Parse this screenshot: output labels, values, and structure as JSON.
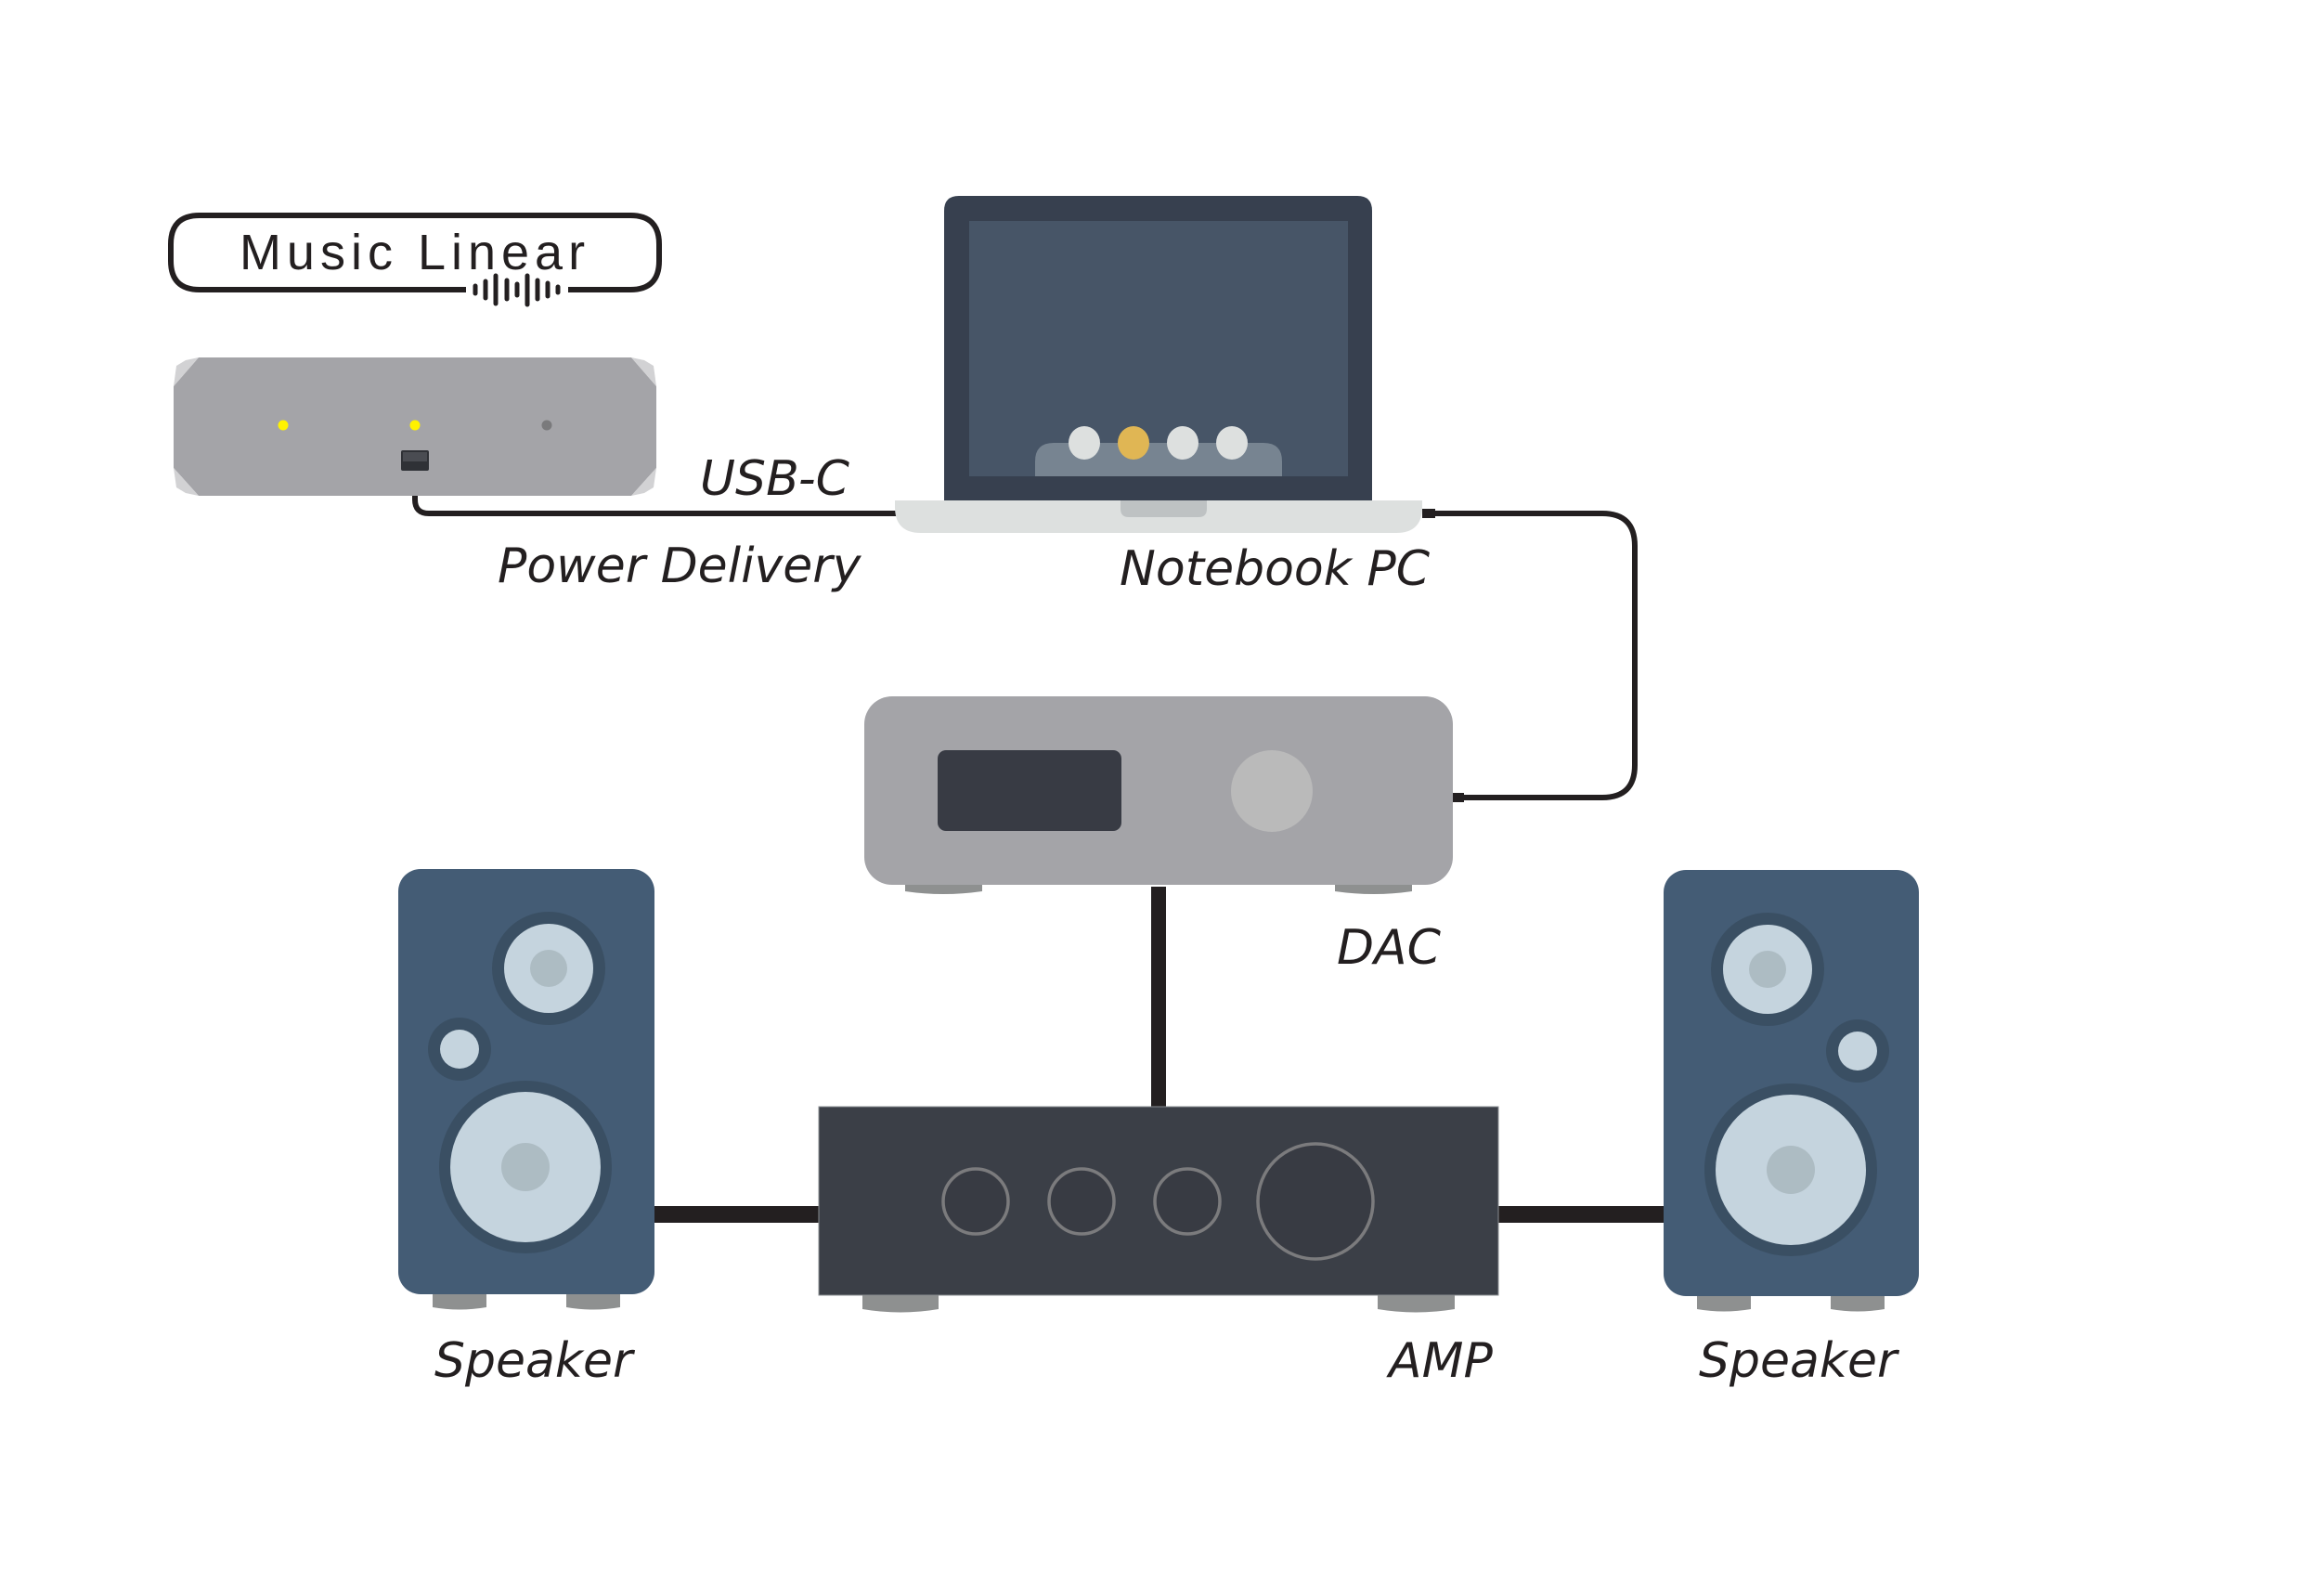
{
  "logo": {
    "text": "Music Linear",
    "icon": "sound-wave-icon"
  },
  "devices": {
    "power_supply": {
      "name": "Music Linear power supply",
      "leds": [
        "on",
        "on",
        "off"
      ]
    },
    "notebook": {
      "label": "Notebook PC",
      "dock_dots": [
        "inactive",
        "active",
        "inactive",
        "inactive"
      ]
    },
    "dac": {
      "label": "DAC"
    },
    "amp": {
      "label": "AMP"
    },
    "speaker_left": {
      "label": "Speaker"
    },
    "speaker_right": {
      "label": "Speaker"
    }
  },
  "connections": {
    "psu_to_notebook": {
      "top_label": "USB-C",
      "bottom_label": "Power Delivery"
    },
    "notebook_to_dac": {},
    "dac_to_amp": {},
    "amp_to_speakers": {}
  },
  "colors": {
    "cable": "#231f20",
    "device_gray": "#a4a4a8",
    "laptop_bezel": "#37404f",
    "laptop_screen": "#475567",
    "laptop_base": "#dde0df",
    "dock": "#778491",
    "dock_dot": "#dde0df",
    "dock_dot_active": "#e0b654",
    "speaker_body": "#445c75",
    "speaker_ring": "#3a4f63",
    "speaker_cone": "#c5d4de",
    "speaker_dome": "#adbcc3",
    "amp_body": "#3b3f47",
    "amp_knob_ring": "#7b7b7d",
    "dac_display": "#383b44",
    "dac_knob": "#bababa",
    "feet": "#8e9090",
    "led_on": "#fff200",
    "led_off": "#7a7a7c"
  }
}
